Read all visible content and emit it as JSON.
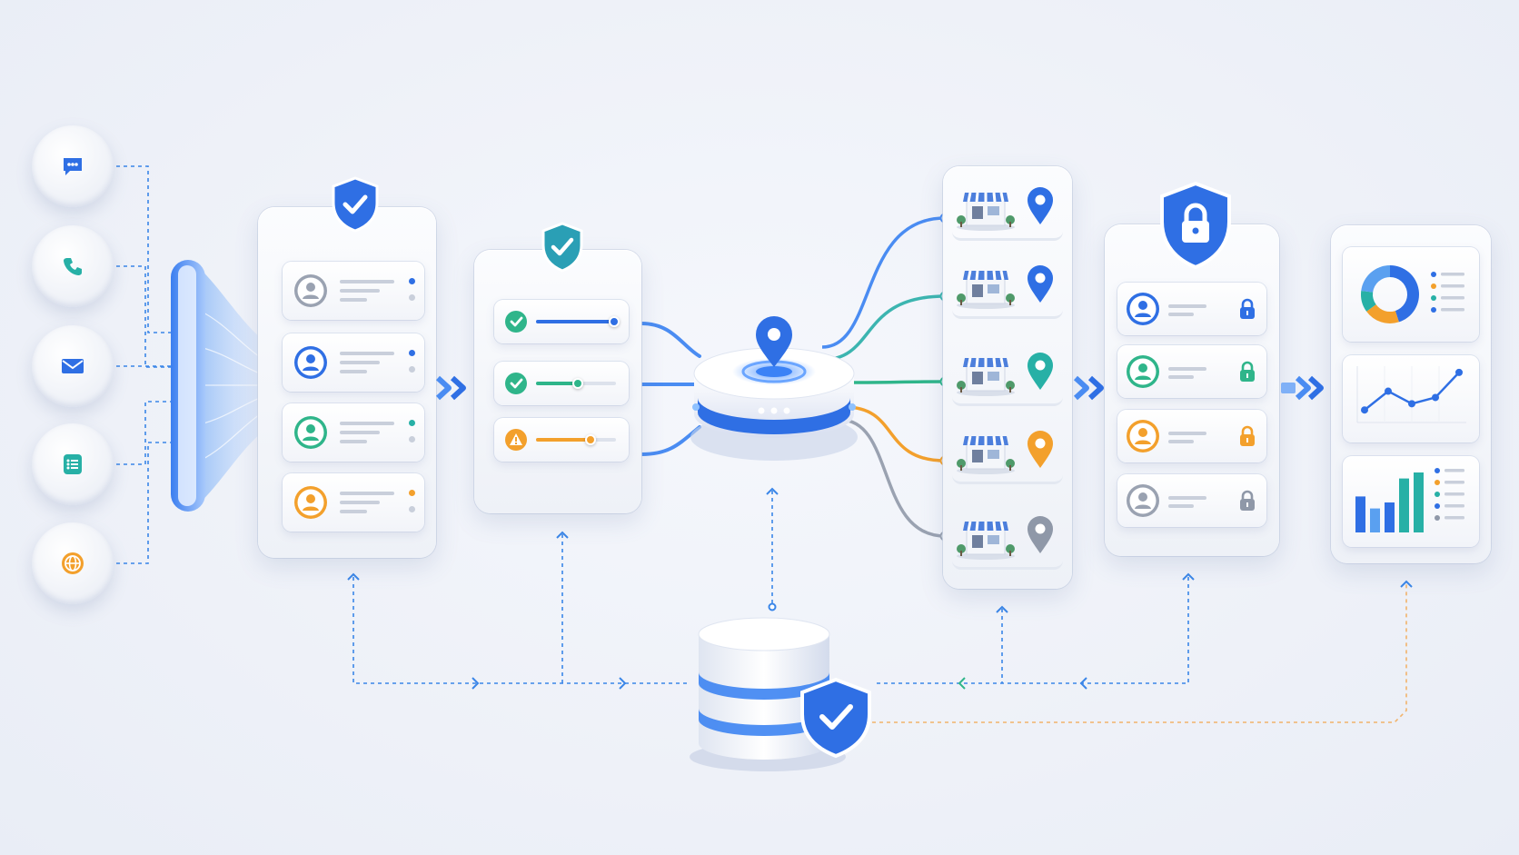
{
  "colors": {
    "blue": "#2f6fe4",
    "teal": "#27b0a6",
    "green": "#2fb58a",
    "orange": "#f3a02c",
    "gray": "#8f98a8",
    "dashed_blue": "#3a86e8",
    "dashed_orange": "#f2b36b",
    "background": "#eef1f8"
  },
  "sources": [
    {
      "icon": "chat-bubble-icon",
      "color": "#2f6fe4"
    },
    {
      "icon": "phone-icon",
      "color": "#27b0a6"
    },
    {
      "icon": "mail-icon",
      "color": "#2f6fe4"
    },
    {
      "icon": "form-list-icon",
      "color": "#27b0a6"
    },
    {
      "icon": "globe-icon",
      "color": "#f3a02c"
    }
  ],
  "intake_panel": {
    "badge_icon": "shield-check-icon",
    "profiles": [
      {
        "avatar_color": "#9aa2b1",
        "status_color": "#2f6fe4"
      },
      {
        "avatar_color": "#2f6fe4",
        "status_color": "#2f6fe4"
      },
      {
        "avatar_color": "#2fb58a",
        "status_color": "#27b0a6"
      },
      {
        "avatar_color": "#f3a02c",
        "status_color": "#f3a02c"
      }
    ]
  },
  "validation_panel": {
    "badge_icon": "shield-check-icon",
    "checks": [
      {
        "icon": "check-circle-icon",
        "color": "#2fb58a",
        "bar_color": "#2f6fe4",
        "level": 1.0
      },
      {
        "icon": "check-circle-icon",
        "color": "#2fb58a",
        "bar_color": "#2fb58a",
        "level": 0.55
      },
      {
        "icon": "warning-icon",
        "color": "#f3a02c",
        "bar_color": "#f3a02c",
        "level": 0.7
      }
    ]
  },
  "router": {
    "icon": "location-pin-icon",
    "status_icon": "ellipsis-icon"
  },
  "locations": [
    {
      "store_icon": "storefront-icon",
      "pin_color": "#2f6fe4"
    },
    {
      "store_icon": "storefront-icon",
      "pin_color": "#2f6fe4"
    },
    {
      "store_icon": "storefront-icon",
      "pin_color": "#27b0a6"
    },
    {
      "store_icon": "storefront-icon",
      "pin_color": "#f3a02c"
    },
    {
      "store_icon": "storefront-icon",
      "pin_color": "#8f98a8"
    }
  ],
  "secure_panel": {
    "badge_icon": "shield-lock-icon",
    "records": [
      {
        "avatar_color": "#2f6fe4",
        "lock_color": "#2f6fe4"
      },
      {
        "avatar_color": "#2fb58a",
        "lock_color": "#2fb58a"
      },
      {
        "avatar_color": "#f3a02c",
        "lock_color": "#f3a02c"
      },
      {
        "avatar_color": "#9aa2b1",
        "lock_color": "#8f98a8"
      }
    ]
  },
  "analytics_panel": {
    "donut": {
      "type": "pie",
      "values": [
        0.45,
        0.2,
        0.12,
        0.23
      ],
      "colors": [
        "#2f6fe4",
        "#f3a02c",
        "#27b0a6",
        "#5aa0f0"
      ]
    },
    "line": {
      "type": "line",
      "values": [
        2,
        5,
        3,
        4,
        8
      ],
      "color": "#2f6fe4"
    },
    "bars": {
      "type": "bar",
      "values": [
        6,
        4,
        5,
        9,
        10
      ],
      "colors": [
        "#2f6fe4",
        "#5aa0f0",
        "#2f6fe4",
        "#27b0a6",
        "#27b0a6"
      ]
    },
    "legend_colors": [
      "#2f6fe4",
      "#f3a02c",
      "#27b0a6",
      "#2f6fe4"
    ]
  },
  "database": {
    "icon": "database-icon",
    "badge_icon": "shield-check-icon"
  }
}
